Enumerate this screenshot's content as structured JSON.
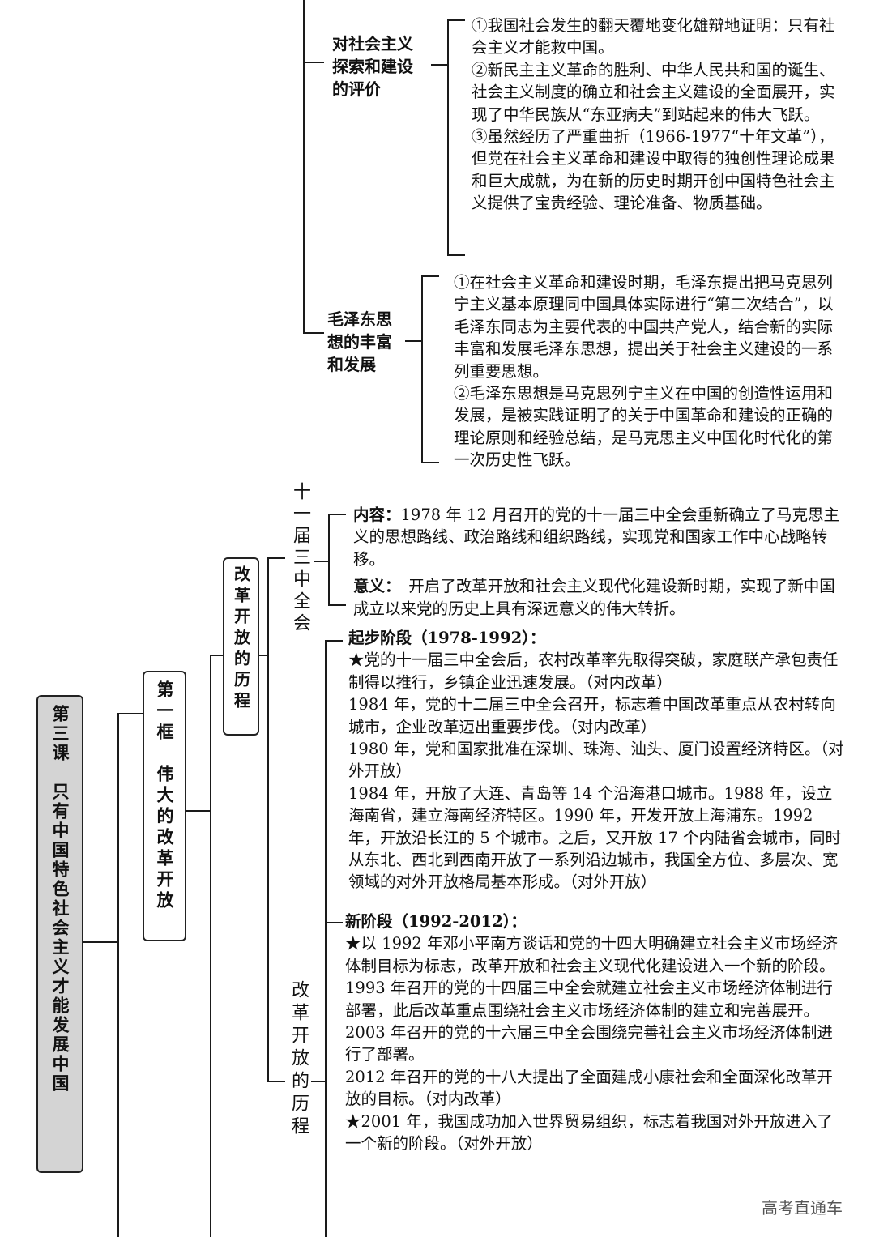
{
  "lesson": {
    "title": "第三课　只有中国特色社会主义才能发展中国"
  },
  "frame": {
    "title": "第一框　伟大的改革开放"
  },
  "topic_reform_process": {
    "title": "改革开放的历程"
  },
  "topic_plenum": {
    "title": "十一届三中全会"
  },
  "topic_reform_process2": {
    "title": "改革开放的历程"
  },
  "eval": {
    "heading": [
      "对社会主义",
      "探索和建设",
      "的评价"
    ],
    "paragraphs": [
      "①我国社会发生的翻天覆地变化雄辩地证明：只有社会主义才能救中国。",
      "②新民主主义革命的胜利、中华人民共和国的诞生、社会主义制度的确立和社会主义建设的全面展开，实现了中华民族从“东亚病夫”到站起来的伟大飞跃。",
      "③虽然经历了严重曲折（1966-1977“十年文革”），但党在社会主义革命和建设中取得的独创性理论成果和巨大成就，为在新的历史时期开创中国特色社会主义提供了宝贵经验、理论准备、物质基础。"
    ]
  },
  "mao": {
    "heading": [
      "毛泽东思",
      "想的丰富",
      "和发展"
    ],
    "paragraphs": [
      "①在社会主义革命和建设时期，毛泽东提出把马克思列宁主义基本原理同中国具体实际进行“第二次结合”，以毛泽东同志为主要代表的中国共产党人，结合新的实际丰富和发展毛泽东思想，提出关于社会主义建设的一系列重要思想。",
      "②毛泽东思想是马克思列宁主义在中国的创造性运用和发展，是被实践证明了的关于中国革命和建设的正确的理论原则和经验总结，是马克思主义中国化时代化的第一次历史性飞跃。"
    ]
  },
  "plenum": {
    "content_label": "内容：",
    "content_text": "1978 年 12 月召开的党的十一届三中全会重新确立了马克思主义的思想路线、政治路线和组织路线，实现党和国家工作中心战略转移。",
    "meaning_label": "意义：",
    "meaning_text": "　开启了改革开放和社会主义现代化建设新时期，实现了新中国成立以来党的历史上具有深远意义的伟大转折。"
  },
  "stage1": {
    "heading": "起步阶段（1978-1992）：",
    "paragraphs": [
      "★党的十一届三中全会后，农村改革率先取得突破，家庭联产承包责任制得以推行，乡镇企业迅速发展。（对内改革）",
      "1984 年，党的十二届三中全会召开，标志着中国改革重点从农村转向城市，企业改革迈出重要步伐。（对内改革）",
      "1980 年，党和国家批准在深圳、珠海、汕头、厦门设置经济特区。（对外开放）",
      "1984 年，开放了大连、青岛等 14 个沿海港口城市。1988 年，设立海南省，建立海南经济特区。1990 年，开发开放上海浦东。1992 年，开放沿长江的 5 个城市。之后，又开放 17 个内陆省会城市，同时从东北、西北到西南开放了一系列沿边城市，我国全方位、多层次、宽领域的对外开放格局基本形成。（对外开放）"
    ]
  },
  "stage2": {
    "heading": "新阶段（1992-2012）：",
    "paragraphs": [
      "★以 1992 年邓小平南方谈话和党的十四大明确建立社会主义市场经济体制目标为标志，改革开放和社会主义现代化建设进入一个新的阶段。",
      "1993 年召开的党的十四届三中全会就建立社会主义市场经济体制进行部署，此后改革重点围绕社会主义市场经济体制的建立和完善展开。",
      "2003 年召开的党的十六届三中全会围绕完善社会主义市场经济体制进行了部署。",
      "2012 年召开的党的十八大提出了全面建成小康社会和全面深化改革开放的目标。（对内改革）",
      "★2001 年，我国成功加入世界贸易组织，标志着我国对外开放进入了一个新的阶段。（对外开放）"
    ]
  },
  "watermark": "高考直通车",
  "colors": {
    "lesson_box_fill": "#d4d4d4",
    "line": "#1a1a1a"
  }
}
